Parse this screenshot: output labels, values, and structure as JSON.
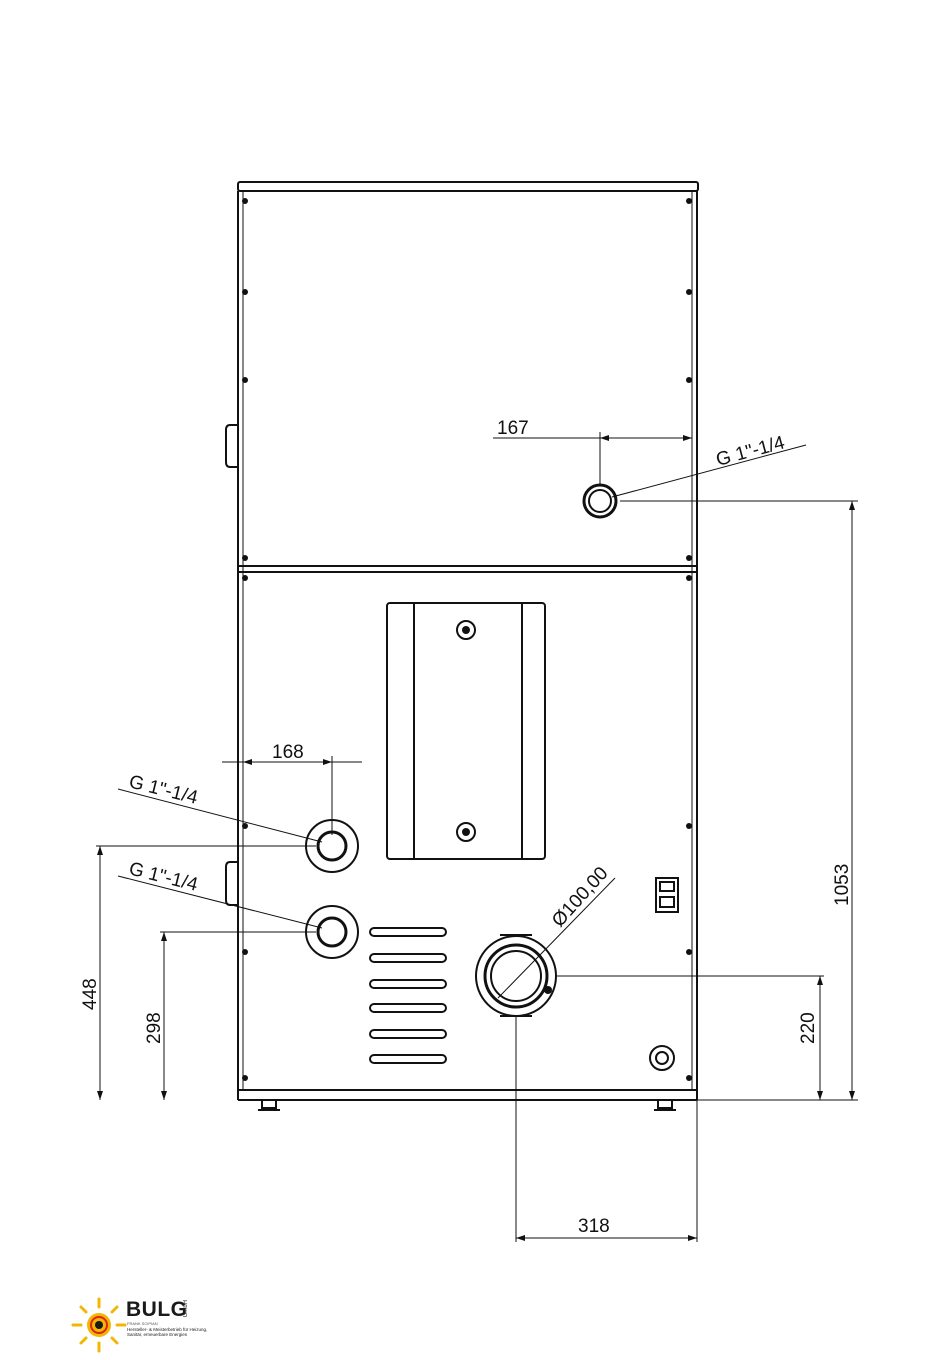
{
  "dimensions": {
    "top_offset": "167",
    "left_offset": "168",
    "conn_top": "G 1\"-1/4",
    "conn_mid": "G 1\"-1/4",
    "conn_low": "G 1\"-1/4",
    "diameter": "Ø100,00",
    "height_448": "448",
    "height_298": "298",
    "height_220": "220",
    "height_1053": "1053",
    "width_318": "318"
  },
  "logo": {
    "brand": "BULG",
    "suffix": "GmbH",
    "owner": "FRANK SCIPIAN",
    "tagline": "Hersteller- & Meisterbetrieb für Heizung, Sanitär, erneuerbare Energien",
    "colors": {
      "sun": "#f2b705",
      "ring": "#e2231a",
      "text": "#1a1a1a"
    }
  }
}
